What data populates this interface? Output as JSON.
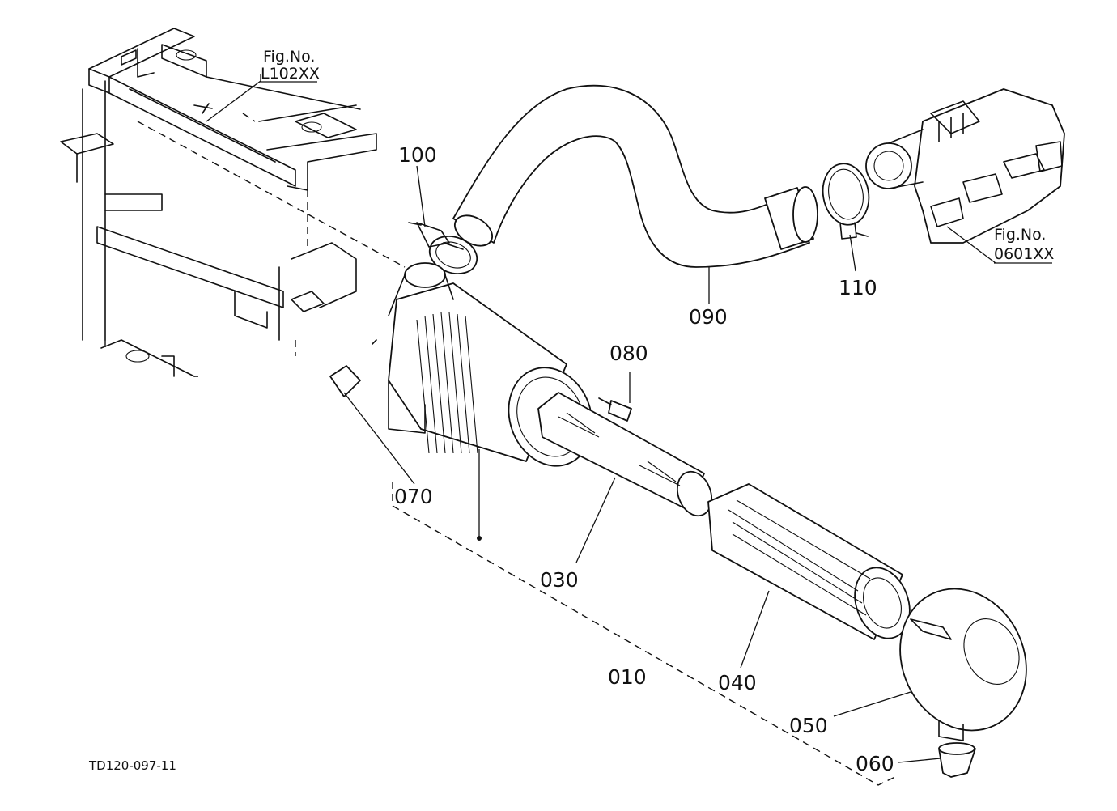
{
  "diagram": {
    "drawing_code": "TD120-097-11",
    "references": [
      {
        "line1": "Fig.No.",
        "line2": "L102XX"
      },
      {
        "line1": "Fig.No.",
        "line2": "0601XX"
      }
    ],
    "callouts": [
      "100",
      "090",
      "110",
      "080",
      "070",
      "030",
      "010",
      "040",
      "050",
      "060"
    ]
  }
}
